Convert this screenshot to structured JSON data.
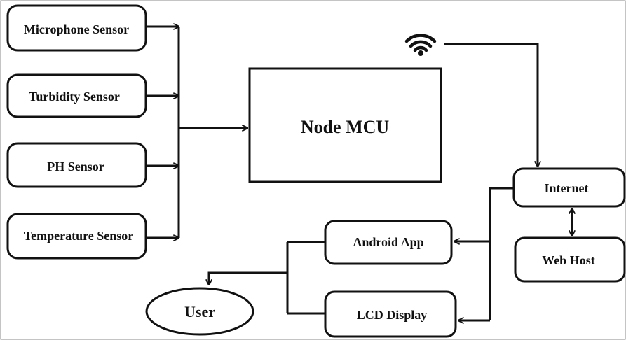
{
  "sensors": {
    "microphone": "Microphone Sensor",
    "turbidity": "Turbidity Sensor",
    "ph": "PH Sensor",
    "temperature": "Temperature Sensor"
  },
  "controller": {
    "label": "Node MCU"
  },
  "network": {
    "internet": "Internet",
    "web_host": "Web Host",
    "wifi_icon": "wifi-icon"
  },
  "outputs": {
    "android_app": "Android App",
    "lcd_display": "LCD Display"
  },
  "user": {
    "label": "User"
  },
  "colors": {
    "stroke": "#111111",
    "background": "#ffffff"
  }
}
